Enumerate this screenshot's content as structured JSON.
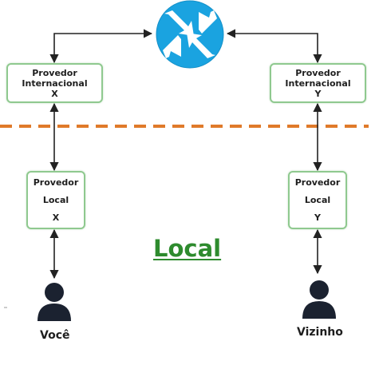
{
  "nodes": {
    "intl_x": {
      "line1": "Provedor",
      "line2": "Internacional",
      "line3": "X"
    },
    "intl_y": {
      "line1": "Provedor",
      "line2": "Internacional",
      "line3": "Y"
    },
    "local_x": {
      "line1": "Provedor",
      "line2": "Local",
      "line3": "X"
    },
    "local_y": {
      "line1": "Provedor",
      "line2": "Local",
      "line3": "Y"
    }
  },
  "region_label": "Local",
  "people": {
    "left": "Você",
    "right": "Vizinho"
  },
  "colors": {
    "router": "#1aa3e0",
    "box_border": "#8fc98f",
    "boundary_line": "#e07a2a",
    "region_label": "#2e8b2e",
    "person": "#1b2230"
  },
  "icons": {
    "router": "router-icon",
    "person_left": "person-icon",
    "person_right": "person-icon"
  }
}
